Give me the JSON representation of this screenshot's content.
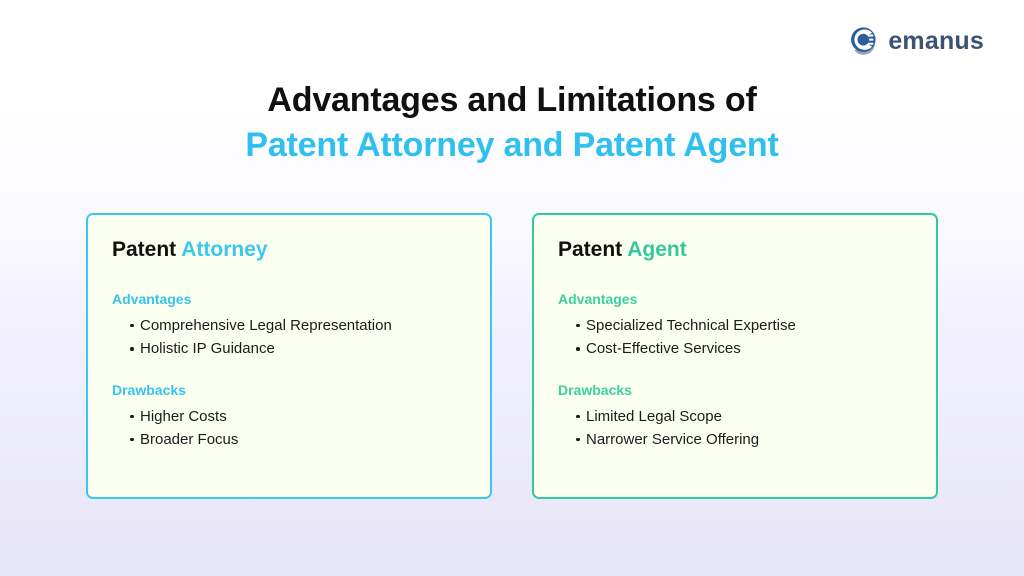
{
  "logo": {
    "mark_icon": "emanus-circle-e-icon",
    "wordmark": "emanus",
    "mark_color": "#2e5d9f",
    "mark_secondary_color": "#9aa4b0",
    "wordmark_color": "#3c5273"
  },
  "title": {
    "line1": "Advantages and Limitations of",
    "line2": "Patent Attorney and Patent Agent",
    "line1_color": "#101010",
    "line2_color": "#2fc0f0"
  },
  "cards": [
    {
      "title_prefix": "Patent",
      "title_accent": "Attorney",
      "accent_color": "#3bc8ef",
      "advantages_label": "Advantages",
      "advantages": [
        "Comprehensive Legal Representation",
        "Holistic IP Guidance"
      ],
      "drawbacks_label": "Drawbacks",
      "drawbacks": [
        "Higher Costs",
        "Broader Focus"
      ]
    },
    {
      "title_prefix": "Patent",
      "title_accent": "Agent",
      "accent_color": "#35c79d",
      "advantages_label": "Advantages",
      "advantages": [
        "Specialized Technical Expertise",
        "Cost-Effective Services"
      ],
      "drawbacks_label": "Drawbacks",
      "drawbacks": [
        "Limited Legal Scope",
        "Narrower Service Offering"
      ]
    }
  ]
}
